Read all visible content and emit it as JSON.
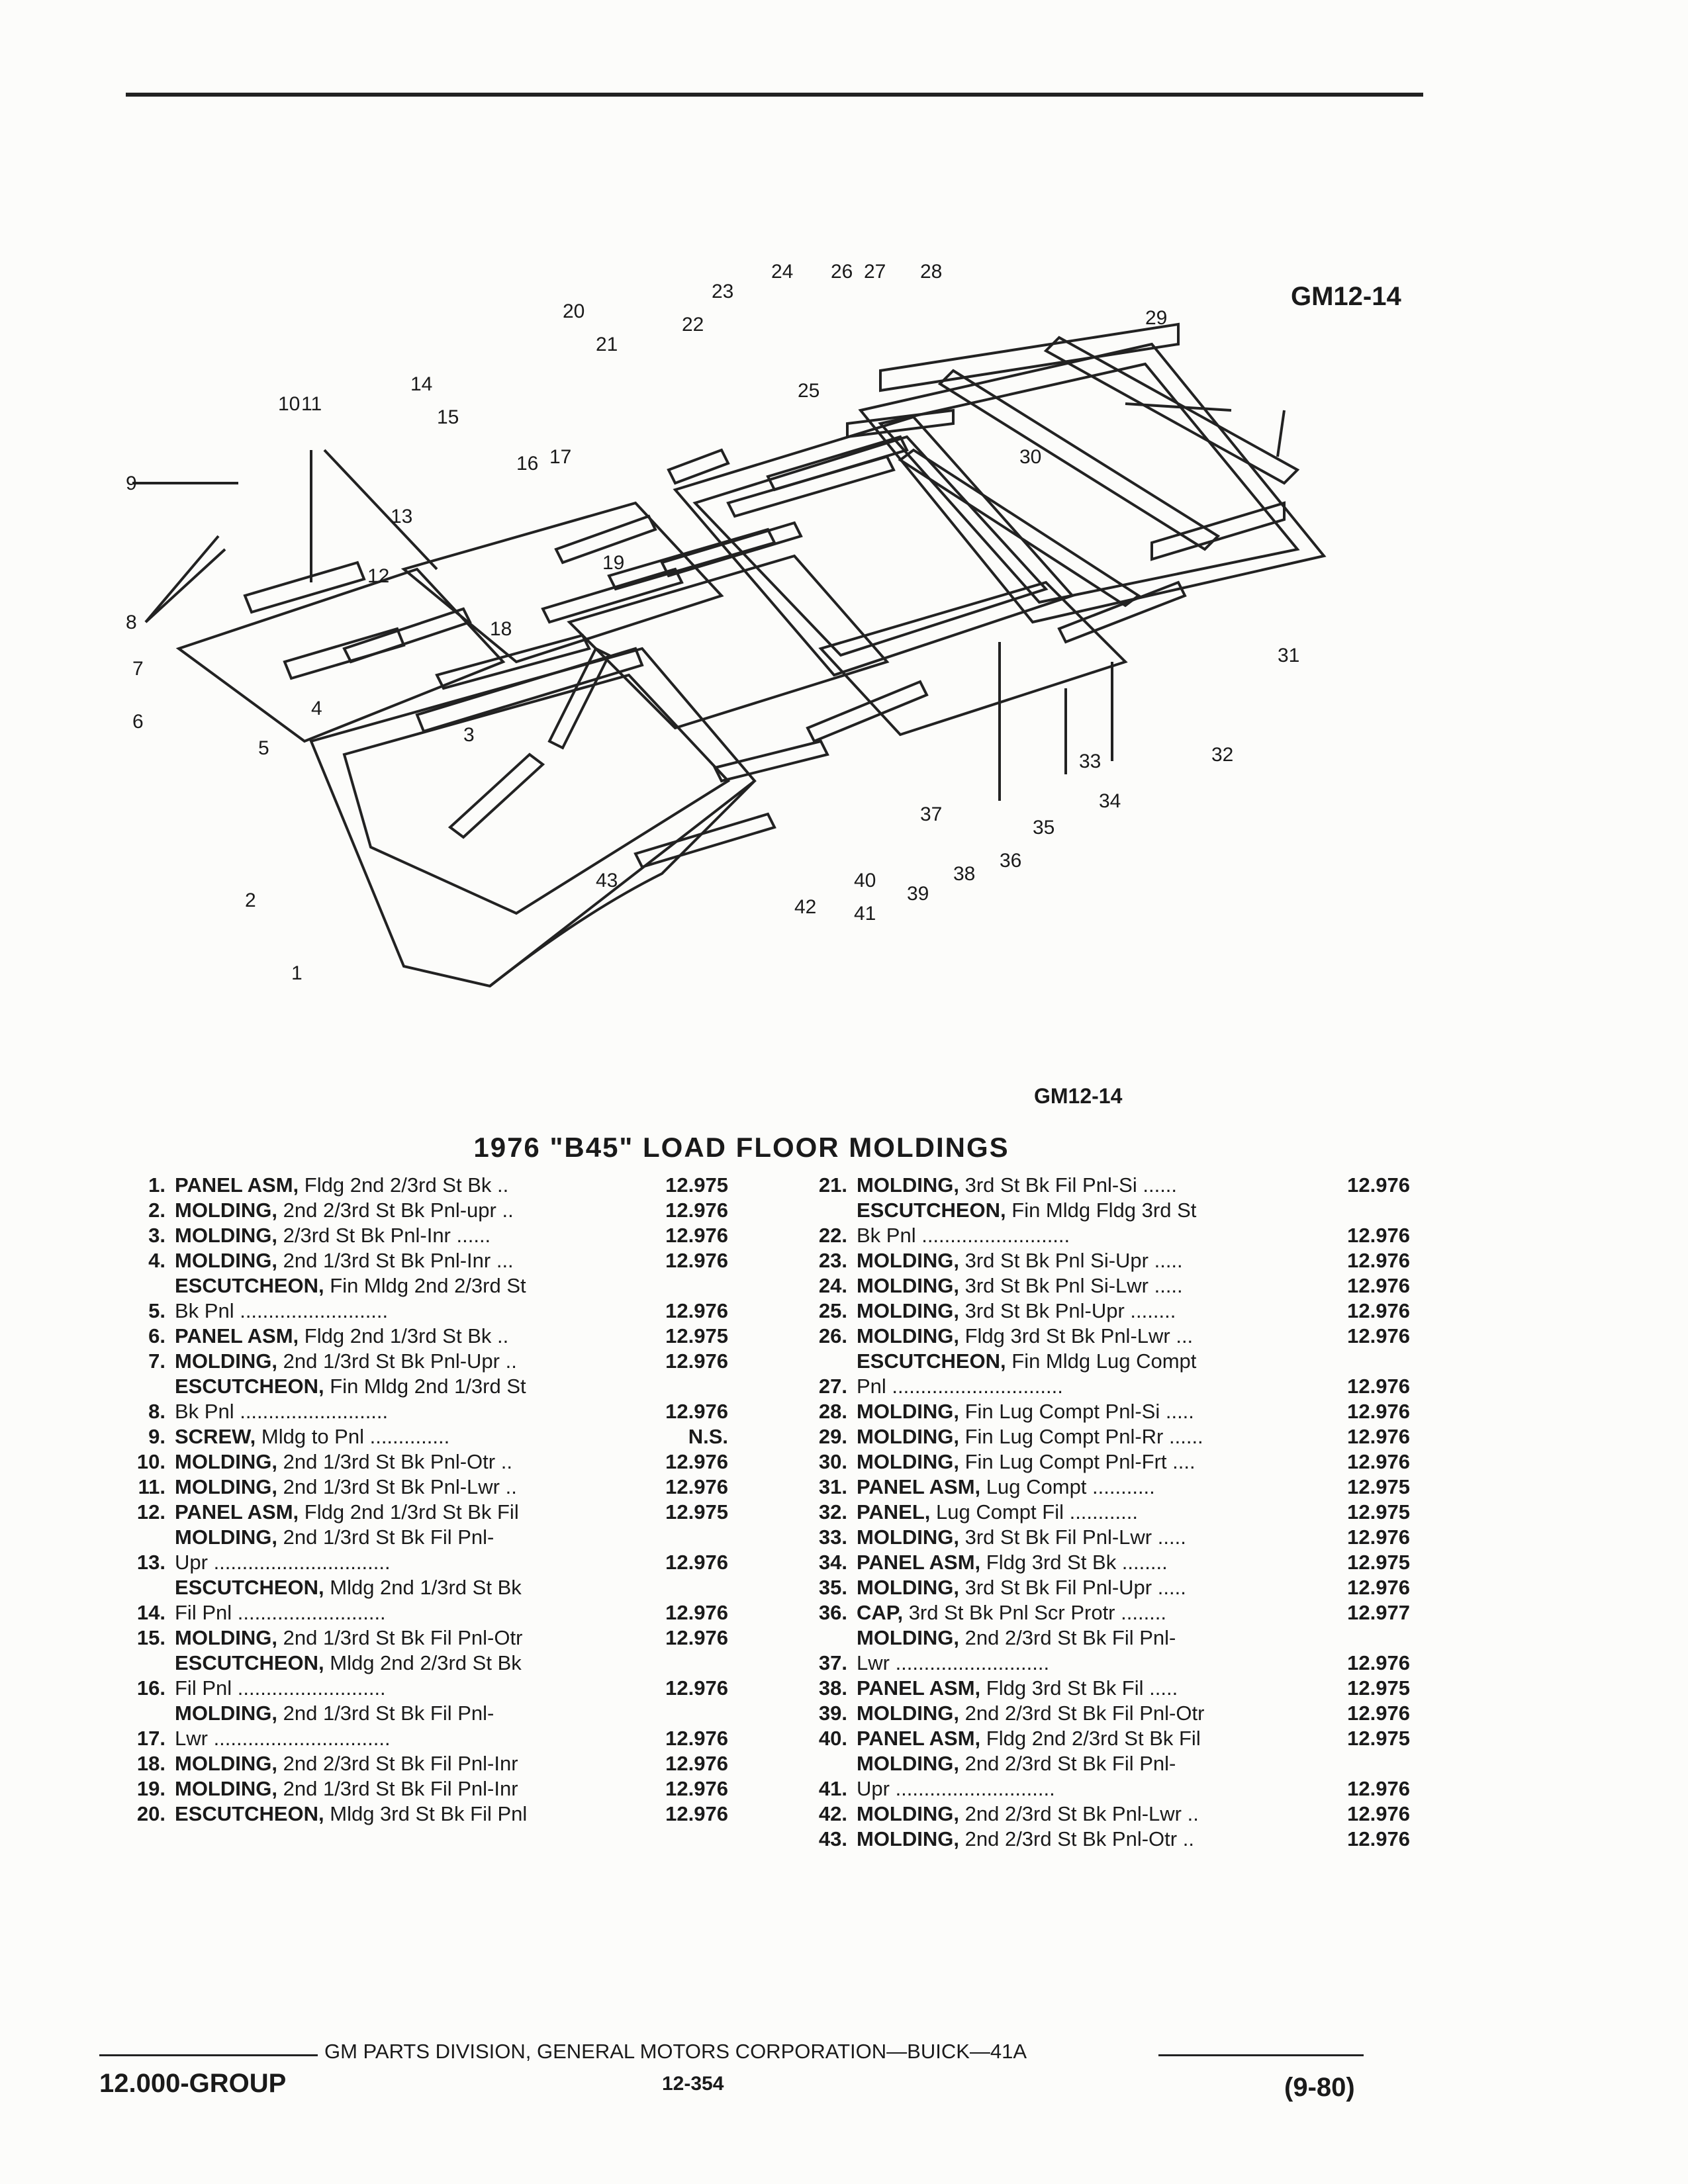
{
  "figure": {
    "code_top": "GM12-14",
    "code_bottom": "GM12-14"
  },
  "callouts": [
    "1",
    "2",
    "3",
    "4",
    "5",
    "6",
    "7",
    "8",
    "9",
    "10",
    "11",
    "12",
    "13",
    "14",
    "15",
    "16",
    "17",
    "18",
    "19",
    "20",
    "21",
    "22",
    "23",
    "24",
    "25",
    "26",
    "27",
    "28",
    "29",
    "30",
    "31",
    "32",
    "33",
    "34",
    "35",
    "36",
    "37",
    "38",
    "39",
    "40",
    "41",
    "42",
    "43"
  ],
  "title": "1976 \"B45\" LOAD FLOOR MOLDINGS",
  "parts_left": [
    {
      "num": "1.",
      "name": "PANEL ASM,",
      "desc": " Fldg 2nd 2/3rd St Bk  ..",
      "code": "12.975"
    },
    {
      "num": "2.",
      "name": "MOLDING,",
      "desc": " 2nd 2/3rd St Bk Pnl-upr  ..",
      "code": "12.976"
    },
    {
      "num": "3.",
      "name": "MOLDING,",
      "desc": " 2/3rd St Bk Pnl-Inr  ......",
      "code": "12.976"
    },
    {
      "num": "4.",
      "name": "MOLDING,",
      "desc": " 2nd 1/3rd St Bk Pnl-Inr ...",
      "code": "12.976"
    },
    {
      "num": "5.",
      "name": "ESCUTCHEON,",
      "desc": " Fin Mldg 2nd 2/3rd St\nBk Pnl ..........................",
      "code": "12.976"
    },
    {
      "num": "6.",
      "name": "PANEL ASM,",
      "desc": " Fldg 2nd 1/3rd St Bk  ..",
      "code": "12.975"
    },
    {
      "num": "7.",
      "name": "MOLDING,",
      "desc": " 2nd 1/3rd St Bk Pnl-Upr  ..",
      "code": "12.976"
    },
    {
      "num": "8.",
      "name": "ESCUTCHEON,",
      "desc": " Fin Mldg 2nd 1/3rd St\nBk Pnl ..........................",
      "code": "12.976"
    },
    {
      "num": "9.",
      "name": "SCREW,",
      "desc": " Mldg to Pnl  ..............",
      "code": "N.S."
    },
    {
      "num": "10.",
      "name": "MOLDING,",
      "desc": " 2nd 1/3rd St Bk Pnl-Otr  ..",
      "code": "12.976"
    },
    {
      "num": "11.",
      "name": "MOLDING,",
      "desc": " 2nd 1/3rd St Bk Pnl-Lwr  ..",
      "code": "12.976"
    },
    {
      "num": "12.",
      "name": "PANEL ASM,",
      "desc": " Fldg 2nd 1/3rd St Bk Fil",
      "code": "12.975"
    },
    {
      "num": "13.",
      "name": "MOLDING,",
      "desc": " 2nd 1/3rd St Bk Fil Pnl-\nUpr ...............................",
      "code": "12.976"
    },
    {
      "num": "14.",
      "name": "ESCUTCHEON,",
      "desc": " Mldg 2nd 1/3rd St Bk\nFil Pnl ..........................",
      "code": "12.976"
    },
    {
      "num": "15.",
      "name": "MOLDING,",
      "desc": " 2nd 1/3rd St Bk Fil Pnl-Otr",
      "code": "12.976"
    },
    {
      "num": "16.",
      "name": "ESCUTCHEON,",
      "desc": " Mldg 2nd 2/3rd St Bk\nFil Pnl ..........................",
      "code": "12.976"
    },
    {
      "num": "17.",
      "name": "MOLDING,",
      "desc": " 2nd 1/3rd St Bk Fil Pnl-\nLwr ...............................",
      "code": "12.976"
    },
    {
      "num": "18.",
      "name": "MOLDING,",
      "desc": " 2nd 2/3rd St Bk Fil Pnl-Inr",
      "code": "12.976"
    },
    {
      "num": "19.",
      "name": "MOLDING,",
      "desc": " 2nd 1/3rd St Bk Fil Pnl-Inr",
      "code": "12.976"
    },
    {
      "num": "20.",
      "name": "ESCUTCHEON,",
      "desc": " Mldg 3rd St Bk Fil Pnl",
      "code": "12.976"
    }
  ],
  "parts_right": [
    {
      "num": "21.",
      "name": "MOLDING,",
      "desc": " 3rd St Bk Fil Pnl-Si  ......",
      "code": "12.976"
    },
    {
      "num": "22.",
      "name": "ESCUTCHEON,",
      "desc": " Fin Mldg Fldg 3rd St\nBk Pnl ..........................",
      "code": "12.976"
    },
    {
      "num": "23.",
      "name": "MOLDING,",
      "desc": " 3rd St Bk Pnl Si-Upr  .....",
      "code": "12.976"
    },
    {
      "num": "24.",
      "name": "MOLDING,",
      "desc": " 3rd St Bk Pnl Si-Lwr  .....",
      "code": "12.976"
    },
    {
      "num": "25.",
      "name": "MOLDING,",
      "desc": " 3rd St Bk Pnl-Upr ........",
      "code": "12.976"
    },
    {
      "num": "26.",
      "name": "MOLDING,",
      "desc": " Fldg 3rd St Bk Pnl-Lwr  ...",
      "code": "12.976"
    },
    {
      "num": "27.",
      "name": "ESCUTCHEON,",
      "desc": " Fin Mldg Lug Compt\nPnl ..............................",
      "code": "12.976"
    },
    {
      "num": "28.",
      "name": "MOLDING,",
      "desc": " Fin Lug Compt Pnl-Si .....",
      "code": "12.976"
    },
    {
      "num": "29.",
      "name": "MOLDING,",
      "desc": " Fin Lug Compt Pnl-Rr ......",
      "code": "12.976"
    },
    {
      "num": "30.",
      "name": "MOLDING,",
      "desc": " Fin Lug Compt Pnl-Frt  ....",
      "code": "12.976"
    },
    {
      "num": "31.",
      "name": "PANEL ASM,",
      "desc": " Lug Compt  ...........",
      "code": "12.975"
    },
    {
      "num": "32.",
      "name": "PANEL,",
      "desc": " Lug Compt Fil  ............",
      "code": "12.975"
    },
    {
      "num": "33.",
      "name": "MOLDING,",
      "desc": " 3rd St Bk Fil Pnl-Lwr  .....",
      "code": "12.976"
    },
    {
      "num": "34.",
      "name": "PANEL ASM,",
      "desc": " Fldg 3rd St Bk  ........",
      "code": "12.975"
    },
    {
      "num": "35.",
      "name": "MOLDING,",
      "desc": " 3rd St Bk Fil Pnl-Upr  .....",
      "code": "12.976"
    },
    {
      "num": "36.",
      "name": "CAP,",
      "desc": " 3rd St Bk Pnl Scr Protr  ........",
      "code": "12.977"
    },
    {
      "num": "37.",
      "name": "MOLDING,",
      "desc": " 2nd 2/3rd St Bk Fil Pnl-\nLwr ...........................",
      "code": "12.976"
    },
    {
      "num": "38.",
      "name": "PANEL ASM,",
      "desc": " Fldg 3rd St Bk Fil  .....",
      "code": "12.975"
    },
    {
      "num": "39.",
      "name": "MOLDING,",
      "desc": " 2nd 2/3rd St Bk Fil Pnl-Otr",
      "code": "12.976"
    },
    {
      "num": "40.",
      "name": "PANEL ASM,",
      "desc": " Fldg 2nd 2/3rd St Bk Fil",
      "code": "12.975"
    },
    {
      "num": "41.",
      "name": "MOLDING,",
      "desc": " 2nd 2/3rd St Bk Fil Pnl-\nUpr ............................",
      "code": "12.976"
    },
    {
      "num": "42.",
      "name": "MOLDING,",
      "desc": " 2nd 2/3rd St Bk Pnl-Lwr  ..",
      "code": "12.976"
    },
    {
      "num": "43.",
      "name": "MOLDING,",
      "desc": " 2nd 2/3rd St Bk Pnl-Otr  ..",
      "code": "12.976"
    }
  ],
  "footer": {
    "division": "GM PARTS DIVISION, GENERAL MOTORS CORPORATION—BUICK—41A",
    "group": "12.000-GROUP",
    "page": "12-354",
    "revision": "(9-80)"
  }
}
